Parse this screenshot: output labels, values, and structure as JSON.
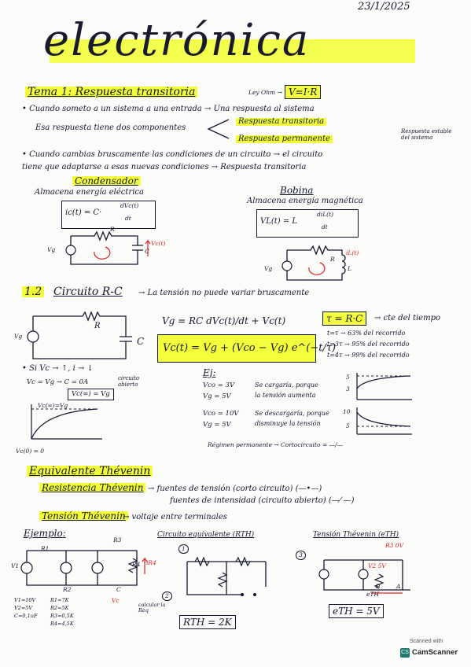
{
  "date": "23/1/2025",
  "title": "electrónica",
  "topic1": {
    "heading": "Tema 1: Respuesta transitoria",
    "ohm_note": "Ley Ohm →",
    "ohm_formula": "V=I·R",
    "line1": "• Cuando someto a un sistema a una entrada → Una respuesta al sistema",
    "line2": "Esa respuesta tiene dos componentes",
    "transient": "Respuesta transitoria",
    "permanent": "Respuesta permanente",
    "permanent_note": "Respuesta estable del sistema",
    "line3": "• Cuando cambias bruscamente las condiciones de un circuito → el circuito",
    "line4": "tiene que adaptarse a esas nuevas condiciones → Respuesta transitoria"
  },
  "capacitor": {
    "heading": "Condensador",
    "desc": "Almacena energía eléctrica",
    "formula_lhs": "ic(t) = C·",
    "formula_num": "dVc(t)",
    "formula_den": "dt",
    "r_label": "R",
    "c_label": "C",
    "vg_label": "Vg",
    "vc_label": "Vc(t)"
  },
  "inductor": {
    "heading": "Bobina",
    "desc": "Almacena energía magnética",
    "formula_lhs": "VL(t) = L",
    "formula_num": "diL(t)",
    "formula_den": "dt",
    "r_label": "R",
    "l_label": "L",
    "il_label": "iL(t)",
    "vg_label": "Vg"
  },
  "rc": {
    "heading_num": "1.2",
    "heading": "Circuito R-C",
    "heading_note": "→ La tensión no puede variar bruscamente",
    "r_label": "R",
    "c_label": "C",
    "vg_label": "Vg",
    "eq1": "Vg = RC dVc(t)/dt + Vc(t)",
    "tau": "τ = R·C",
    "tau_note": "→ cte del tiempo",
    "main_eq": "Vc(t) = Vg + (Vco − Vg) e^(−t/τ)",
    "t_notes": [
      "t=τ → 63% del recorrido",
      "t=3τ → 95% del recorrido",
      "t=4τ → 99% del recorrido"
    ],
    "si_line": "• Si Vc → ↑, i → ↓",
    "vc_vg": "Vc = Vg → C = 0A",
    "vc_inf": "Vc(∞) = Vg",
    "open_note": "circuito abierto",
    "graph_label": "Vc(∞)=Vg",
    "vc0": "Vc(0) = 0",
    "ej_head": "Ej:",
    "ej1a": "Vco = 3V",
    "ej1b": "Vg = 5V",
    "ej1_note_a": "Se cargaría, porque",
    "ej1_note_b": "la tensión aumenta",
    "ej2a": "Vco = 10V",
    "ej2b": "Vg = 5V",
    "ej2_note_a": "Se descargaría, porque",
    "ej2_note_b": "disminuye la tensión",
    "g1_ticks": [
      "5",
      "3"
    ],
    "g2_ticks": [
      "10",
      "5"
    ],
    "regimen": "Régimen permanente → Cortocircuito = —/—"
  },
  "thevenin": {
    "heading": "Equivalente Thévenin",
    "res_label": "Resistencia Thévenin",
    "res_line1": "→ fuentes de tensión (corto circuito) (—•—)",
    "res_line2": "fuentes de intensidad (circuito abierto) (—⁄ —)",
    "tens_label": "Tensión Thévenin",
    "tens_line": "→ voltaje entre terminales",
    "example": "Ejemplo:",
    "circ_eq": "Circuito equivalente (RTH)",
    "tens_eq": "Tensión Thévenin (eTH)",
    "values": [
      "V1=10V",
      "V2=5V",
      "C=0,1uF"
    ],
    "res_values": [
      "R1=7K",
      "R2=5K",
      "R3=0,5K",
      "R4=4,5K"
    ],
    "rth_result": "RTH = 2K",
    "eth_result": "eTH = 5V",
    "step1": "1",
    "step2": "2",
    "step3": "3",
    "step2_note": "calcular la Req",
    "labels": [
      "R1",
      "R2",
      "R3",
      "R4",
      "C",
      "Vc",
      "iR4",
      "V1",
      "B",
      "A",
      "eTH",
      "R3 0V",
      "V2 5V"
    ]
  },
  "scanner": {
    "line1": "Scanned with",
    "brand": "CamScanner"
  }
}
